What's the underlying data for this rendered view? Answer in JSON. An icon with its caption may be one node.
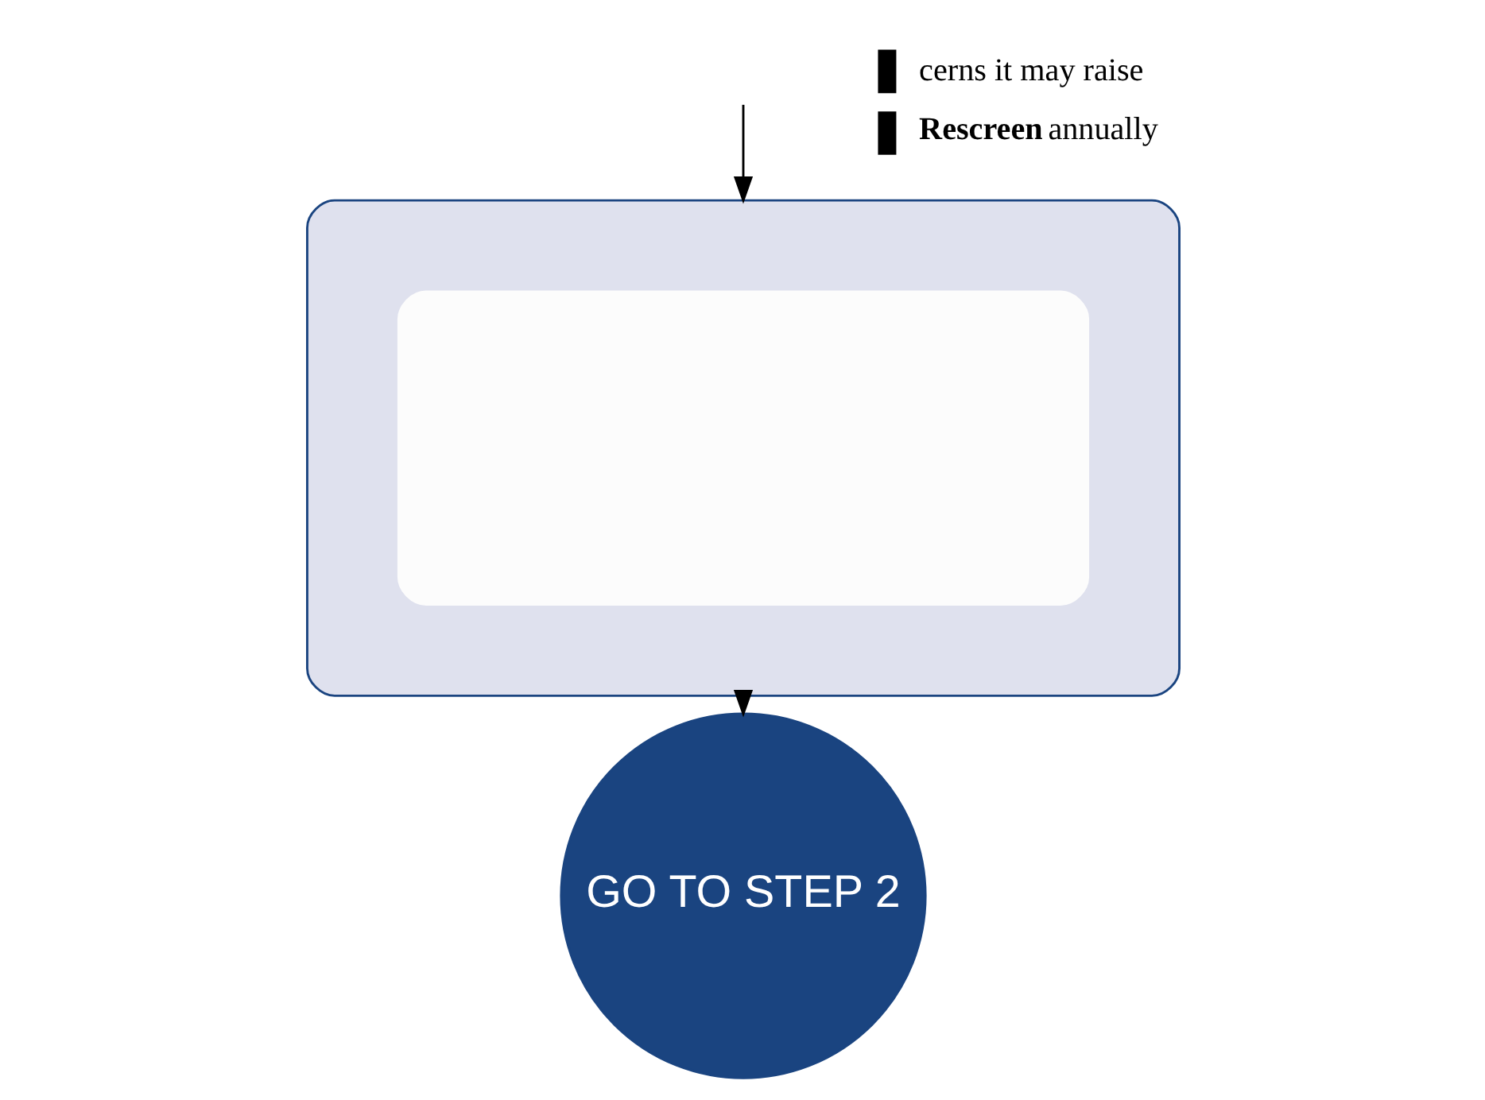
{
  "diagram": {
    "nodes": [
      {
        "text": [],
        "shape": "box"
      },
      {
        "text": [],
        "shape": "box",
        "in": 0
      },
      {
        "text": [
          "GO TO STEP 2"
        ]
      }
    ],
    "edges": [
      {
        "from": null,
        "to": 0,
        "arrow": "to"
      },
      {
        "from": 0,
        "to": 2,
        "arrow": "to"
      }
    ],
    "labels": [
      "cerns it may raise",
      "**Rescreen** annually"
    ]
  }
}
